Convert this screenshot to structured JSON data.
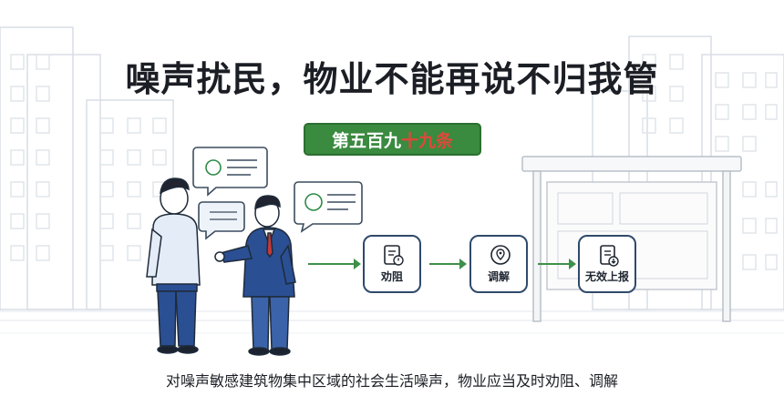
{
  "title": "噪声扰民，物业不能再说不归我管",
  "badge": {
    "main": "第五百九",
    "highlight": "十九条"
  },
  "flow": [
    {
      "label": "劝阻",
      "icon": "document-warning-icon"
    },
    {
      "label": "调解",
      "icon": "location-pin-icon"
    },
    {
      "label": "无效上报",
      "icon": "report-document-icon"
    }
  ],
  "caption": "对噪声敏感建筑物集中区域的社会生活噪声，物业应当及时劝阻、调解",
  "colors": {
    "badge_green": "#3a8a3f",
    "highlight_red": "#e0483a",
    "arrow_green": "#3f8f4a",
    "suit_blue": "#2a4f93",
    "shirt_blue": "#dfe9f7",
    "line_gray": "#d6dbe2"
  }
}
